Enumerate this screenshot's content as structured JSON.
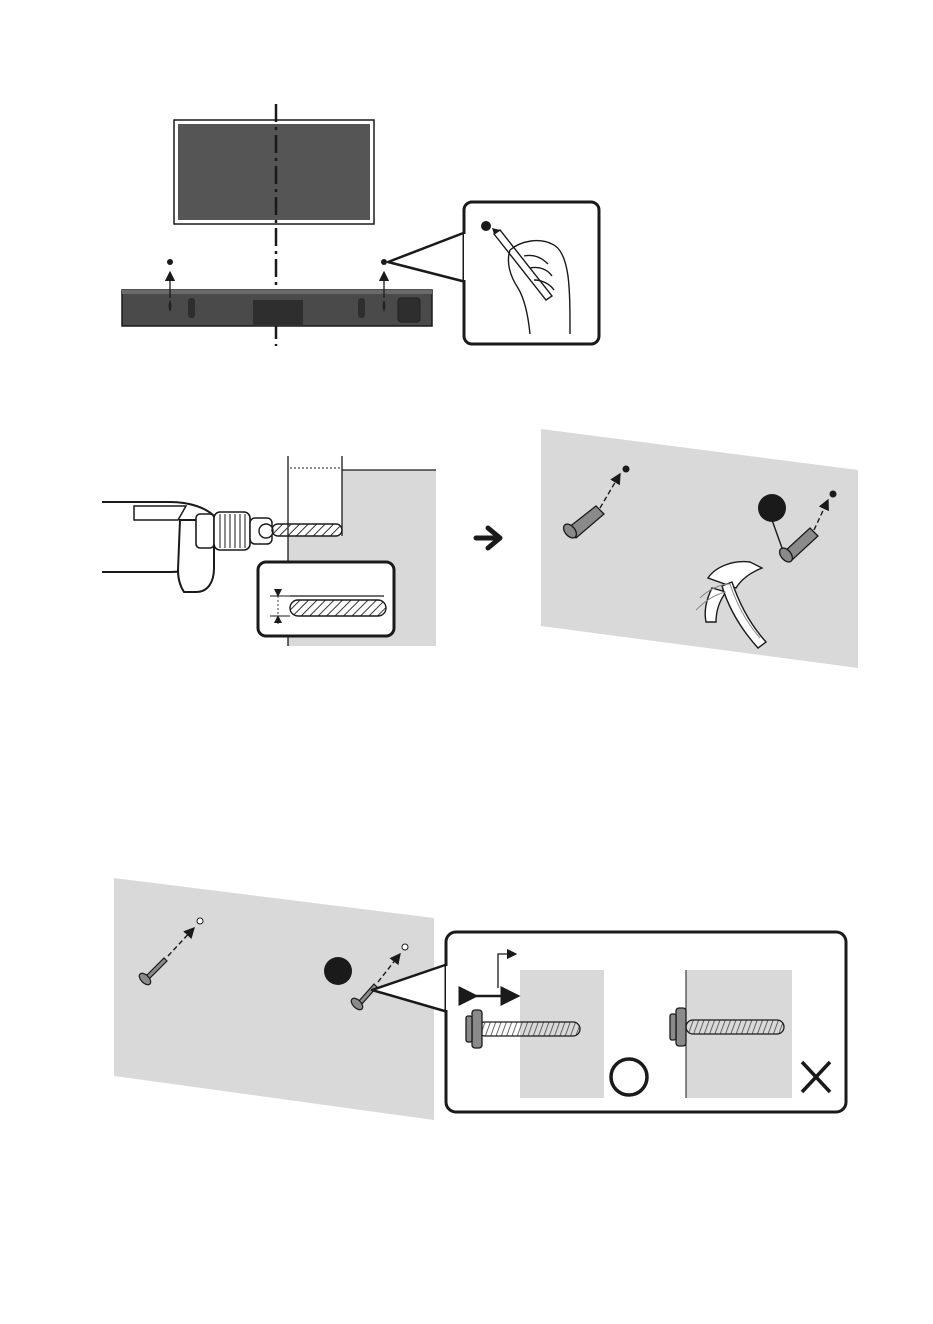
{
  "page": {
    "background": "#ffffff"
  },
  "colors": {
    "line": "#1a1a1a",
    "wall": "#d9d9d9",
    "tv_screen": "#555555",
    "soundbar": "#4a4a4a",
    "anchor": "#8a8a8a",
    "badge": "#1a1a1a"
  },
  "figures": [
    {
      "name": "figure-mark-holes",
      "icons": [
        "tv-icon",
        "soundbar-icon",
        "center-line-icon",
        "pencil-hand-icon"
      ]
    },
    {
      "name": "figure-drill-holes",
      "icons": [
        "drill-icon",
        "depth-callout-icon",
        "arrow-right-icon"
      ]
    },
    {
      "name": "figure-insert-anchors",
      "icons": [
        "wall-anchor-icon",
        "hammer-icon",
        "step-badge-icon"
      ]
    },
    {
      "name": "figure-insert-screws",
      "icons": [
        "screw-icon",
        "gap-callout-icon",
        "correct-circle-icon",
        "incorrect-x-icon"
      ]
    }
  ]
}
